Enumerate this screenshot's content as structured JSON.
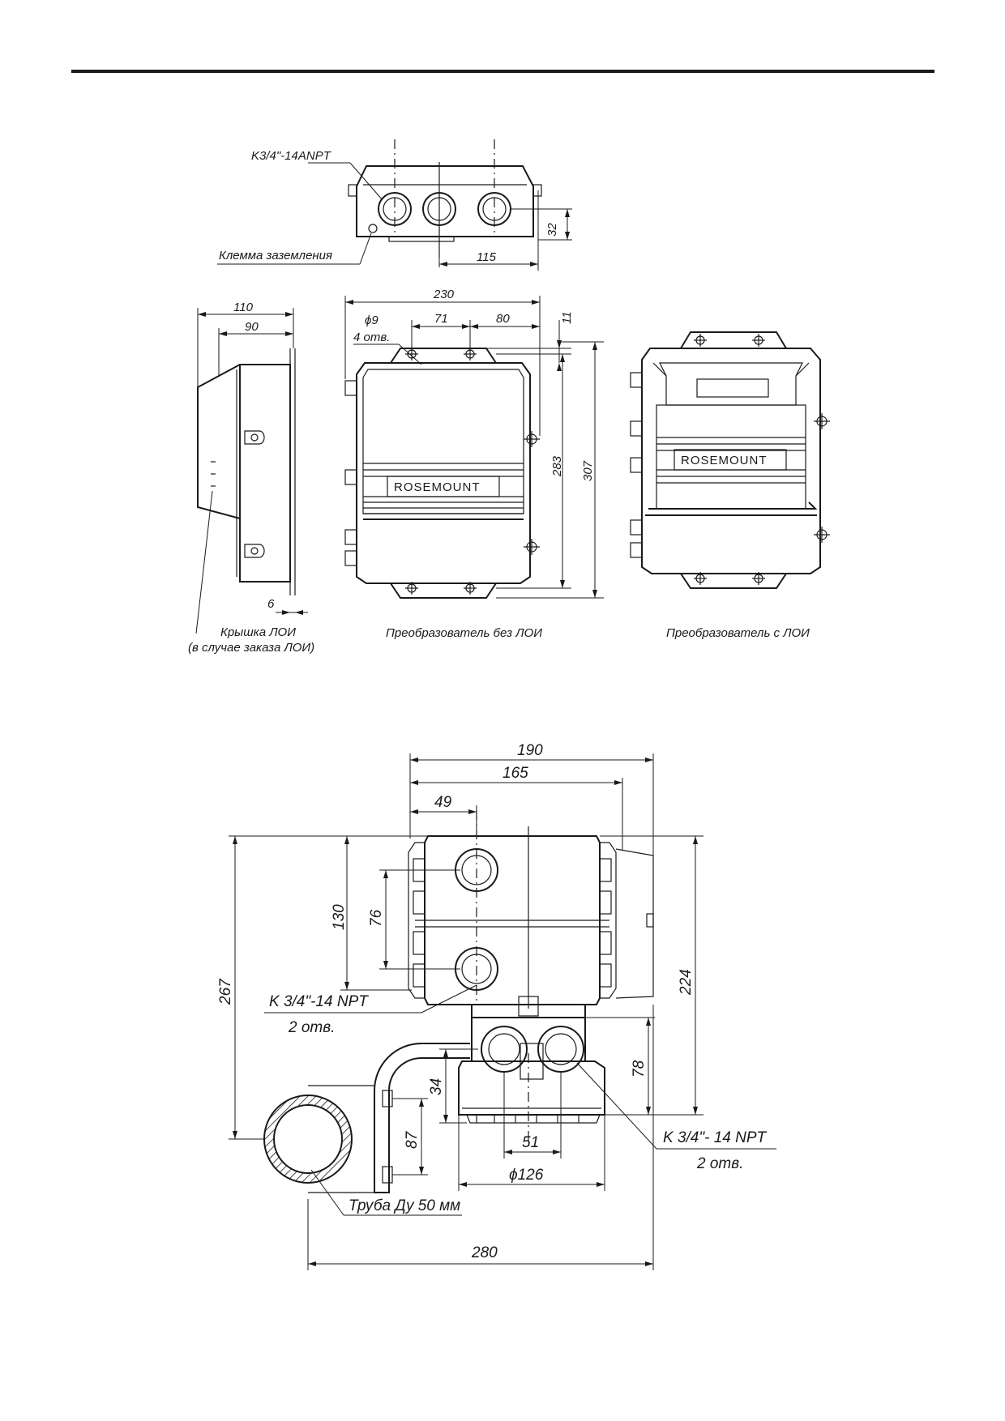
{
  "figure1": {
    "top_view": {
      "conduit_label": "K3/4\"-14ANPT",
      "ground_label": "Клемма заземления",
      "dims": {
        "d115": "115",
        "d32": "32"
      }
    },
    "side_view": {
      "dims": {
        "d110": "110",
        "d90": "90",
        "d6": "6"
      },
      "cover_label_1": "Крышка ЛОИ",
      "cover_label_2": "(в случае заказа ЛОИ)"
    },
    "front_no_loi": {
      "dims": {
        "d230": "230",
        "d71": "71",
        "d80": "80",
        "d11": "11",
        "d283": "283",
        "d307": "307"
      },
      "hole_label_1": "ϕ9",
      "hole_label_2": "4 отв.",
      "brand": "ROSEMOUNT",
      "caption": "Преобразователь без ЛОИ"
    },
    "front_with_loi": {
      "brand": "ROSEMOUNT",
      "caption": "Преобразователь с ЛОИ"
    }
  },
  "figure2": {
    "dims": {
      "d190": "190",
      "d165": "165",
      "d49": "49",
      "d130": "130",
      "d76": "76",
      "d267": "267",
      "d224": "224",
      "d78": "78",
      "d34": "34",
      "d87": "87",
      "d51": "51",
      "d126": "ϕ126",
      "d280": "280"
    },
    "conduit_left_1": "K 3/4\"-14 NPT",
    "conduit_left_2": "2 отв.",
    "conduit_right_1": "K 3/4\"- 14 NPT",
    "conduit_right_2": "2 отв.",
    "pipe_label": "Труба Ду 50 мм"
  },
  "colors": {
    "ink": "#1a1a1a",
    "paper": "#ffffff"
  }
}
